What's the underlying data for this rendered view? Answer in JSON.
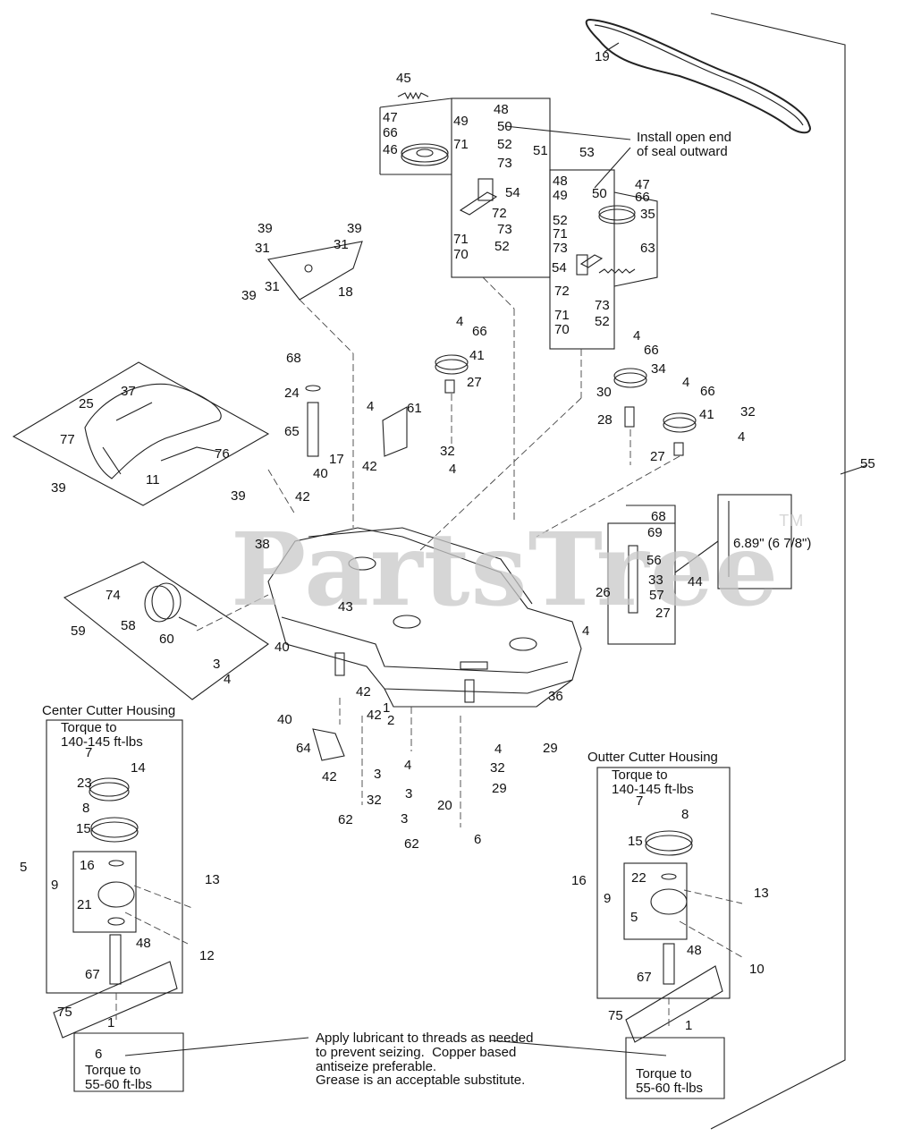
{
  "watermark": {
    "text": "PartsTree",
    "tm": "TM"
  },
  "notes": {
    "seal": "Install open end\nof seal outward",
    "dimension": "6.89\" (6 7/8\")",
    "lubricant": "Apply lubricant to threads as needed\nto prevent seizing.  Copper based\nantiseize preferable.\nGrease is an acceptable substitute."
  },
  "sections": {
    "center_title": "Center Cutter Housing",
    "center_torque_top": "Torque to\n140-145 ft-lbs",
    "center_torque_bottom": "Torque to\n55-60 ft-lbs",
    "outer_title": "Outter Cutter Housing",
    "outer_torque_top": "Torque to\n140-145 ft-lbs",
    "outer_torque_bottom": "Torque to\n55-60 ft-lbs"
  },
  "callouts": [
    "19",
    "45",
    "48",
    "47",
    "49",
    "50",
    "66",
    "71",
    "52",
    "46",
    "73",
    "51",
    "54",
    "72",
    "73",
    "71",
    "52",
    "70",
    "53",
    "48",
    "47",
    "49",
    "50",
    "66",
    "52",
    "35",
    "71",
    "73",
    "63",
    "54",
    "72",
    "73",
    "71",
    "52",
    "70",
    "39",
    "39",
    "31",
    "31",
    "18",
    "39",
    "31",
    "4",
    "66",
    "41",
    "27",
    "4",
    "66",
    "34",
    "30",
    "4",
    "66",
    "28",
    "41",
    "32",
    "4",
    "27",
    "68",
    "24",
    "65",
    "4",
    "61",
    "42",
    "17",
    "40",
    "32",
    "4",
    "42",
    "39",
    "25",
    "37",
    "77",
    "76",
    "11",
    "39",
    "55",
    "38",
    "68",
    "69",
    "56",
    "33",
    "57",
    "26",
    "44",
    "27",
    "4",
    "43",
    "74",
    "58",
    "59",
    "60",
    "40",
    "3",
    "4",
    "42",
    "42",
    "2",
    "1",
    "36",
    "40",
    "4",
    "29",
    "64",
    "42",
    "4",
    "3",
    "3",
    "32",
    "32",
    "29",
    "62",
    "3",
    "62",
    "20",
    "6",
    "7",
    "14",
    "23",
    "8",
    "15",
    "16",
    "9",
    "21",
    "5",
    "13",
    "48",
    "12",
    "67",
    "75",
    "1",
    "6",
    "7",
    "8",
    "15",
    "22",
    "16",
    "9",
    "5",
    "13",
    "48",
    "10",
    "67",
    "75",
    "1"
  ]
}
